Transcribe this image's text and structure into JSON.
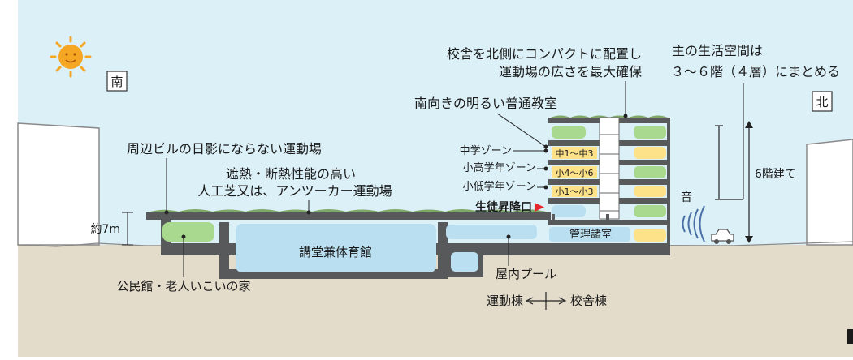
{
  "compass": {
    "south": "南",
    "north": "北"
  },
  "annotations": {
    "layout_line1": "校舎を北側にコンパクトに配置し",
    "layout_line2": "運動場の広さを最大確保",
    "space_line1": "主の生活空間は",
    "space_line2": "３～６階（４層）にまとめる",
    "classroom": "南向きの明るい普通教室",
    "shade": "周辺ビルの日影にならない運動場",
    "turf_line1": "遮熱・断熱性能の高い",
    "turf_line2": "人工芝又は、アンツーカー運動場",
    "height": "約7m",
    "floors": "6階建て",
    "sound": "音",
    "hall": "講堂兼体育館",
    "pool": "屋内プール",
    "community": "公民館・老人いこいの家",
    "admin": "管理諸室",
    "entrance": "生徒昇降口",
    "axis_left": "運動棟",
    "axis_right": "校舎棟"
  },
  "zones": [
    {
      "label": "中学ゾーン",
      "range": "中1～中3"
    },
    {
      "label": "小高学年ゾーン",
      "range": "小4～小6"
    },
    {
      "label": "小低学年ゾーン",
      "range": "小1～小3"
    }
  ],
  "colors": {
    "sky": "#dcf0f8",
    "ground": "#e4dccb",
    "slab": "#58595b",
    "green": "#a9d98e",
    "yellow": "#fde28a",
    "blue": "#b9dff0",
    "marker": "#e8262e",
    "sun": "#f5a623"
  }
}
